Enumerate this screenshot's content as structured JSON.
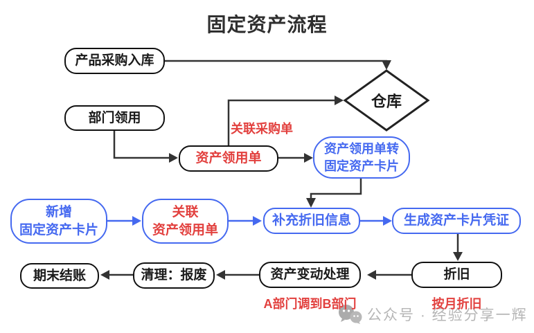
{
  "title": "固定资产流程",
  "nodes": {
    "purchase_inbound": {
      "label": "产品采购入库"
    },
    "warehouse": {
      "label": "仓库"
    },
    "dept_requisition": {
      "label": "部门领用"
    },
    "asset_requisition": {
      "label": "资产领用单"
    },
    "requisition_to_card": {
      "label": "资产领用单转\n固定资产卡片"
    },
    "new_asset_card": {
      "label": "新增\n固定资产卡片"
    },
    "link_requisition": {
      "label": "关联\n资产领用单"
    },
    "supplement_depreciation": {
      "label": "补充折旧信息"
    },
    "generate_card_voucher": {
      "label": "生成资产卡片凭证"
    },
    "depreciation": {
      "label": "折旧"
    },
    "asset_change": {
      "label": "资产变动处理"
    },
    "cleanup_scrap": {
      "label": "清理：报废"
    },
    "period_end_closing": {
      "label": "期末结账"
    }
  },
  "annotations": {
    "link_purchase_order": "关联采购单",
    "dept_transfer": "A部门调到B部门",
    "monthly_depreciation": "按月折旧"
  },
  "watermark": {
    "label": "公众号 · 经验分享一辉"
  },
  "colors": {
    "blue": "#4569f0",
    "red": "#e2403e",
    "node_border": "#111111",
    "connector": "#333333",
    "watermark_gray": "#b6b6b6"
  }
}
